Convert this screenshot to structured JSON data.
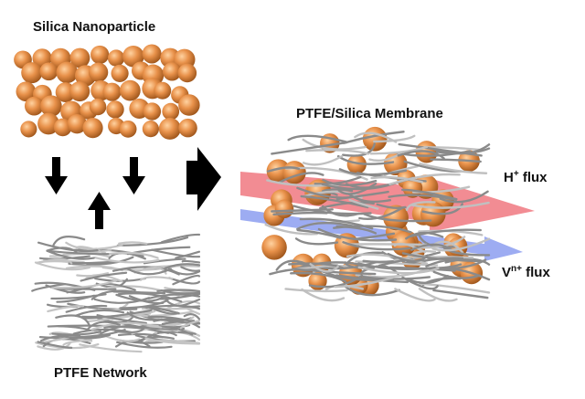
{
  "labels": {
    "silica_title": "Silica Nanoparticle",
    "ptfe_title": "PTFE Network",
    "membrane_title": "PTFE/Silica Membrane",
    "h_flux_base": "H",
    "h_flux_sup": "+",
    "h_flux_suffix": " flux",
    "v_flux_base": "V",
    "v_flux_sup": "n+",
    "v_flux_suffix": " flux"
  },
  "components": [
    {
      "id": "silica",
      "description": "Silica nanoparticle cluster (orange spheres)"
    },
    {
      "id": "ptfe",
      "description": "PTFE fiber network (grey tangled fibers)"
    },
    {
      "id": "membrane",
      "description": "Composite PTFE/Silica membrane cube"
    }
  ],
  "flows": [
    {
      "from": "silica",
      "to": "ptfe",
      "direction": "down",
      "icon": "down-arrow-icon"
    },
    {
      "from": "ptfe",
      "to": "silica",
      "direction": "up",
      "icon": "up-arrow-icon"
    },
    {
      "from": "silica",
      "to": "ptfe",
      "direction": "down",
      "icon": "down-arrow-icon"
    },
    {
      "from": "combination",
      "to": "membrane",
      "direction": "right",
      "icon": "right-block-arrow-icon"
    },
    {
      "name": "H+ flux",
      "through": "membrane",
      "color": "#f07880",
      "magnitude": "large"
    },
    {
      "name": "Vn+ flux",
      "through": "membrane",
      "color": "#8c9ef0",
      "magnitude": "small"
    }
  ],
  "colors": {
    "sphere": "#e8914a",
    "sphere_highlight": "#ffc890",
    "sphere_shadow": "#a85a20",
    "fiber": "#8a8a8a",
    "fiber_light": "#c4c4c4",
    "h_flux": "#f07880",
    "v_flux": "#8c9ef0",
    "arrow": "#000000"
  }
}
